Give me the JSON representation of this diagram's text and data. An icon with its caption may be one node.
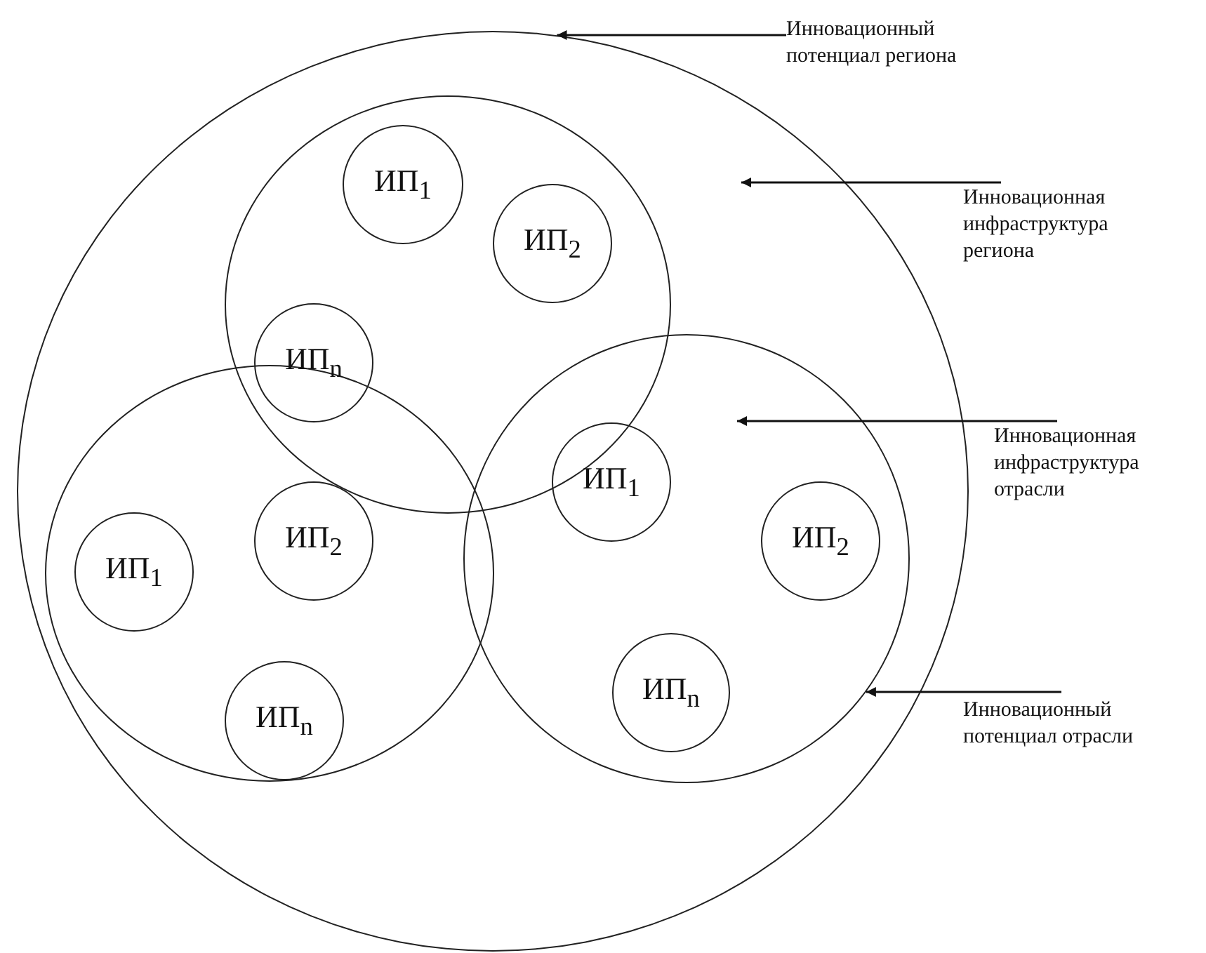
{
  "diagram": {
    "nodes": [
      {
        "text": [],
        "shape": "circle"
      },
      {
        "text": [],
        "shape": "circle",
        "in": 0
      },
      {
        "text": [
          "ИП$_{1}$"
        ],
        "in": 1
      },
      {
        "text": [
          "ИП$_{2}$"
        ],
        "in": 1
      },
      {
        "text": [
          "ИП$_{n}$"
        ],
        "in": 1
      },
      {
        "text": [],
        "shape": "circle",
        "in": 0
      },
      {
        "text": [
          "ИП$_{1}$"
        ],
        "in": 5
      },
      {
        "text": [
          "ИП$_{2}$"
        ],
        "in": 5
      },
      {
        "text": [
          "ИП$_{n}$"
        ],
        "in": 5
      },
      {
        "text": [],
        "shape": "circle",
        "in": 0
      },
      {
        "text": [
          "ИП$_{1}$"
        ],
        "in": 9
      },
      {
        "text": [
          "ИП$_{2}$"
        ],
        "in": 9
      },
      {
        "text": [
          "ИП$_{n}$"
        ],
        "in": 9
      },
      {
        "text": [
          "Инновационный потенциал региона"
        ]
      },
      {
        "text": [
          "Инновационная инфраструктура региона"
        ]
      },
      {
        "text": [
          "Инновационная инфраструктура отрасли"
        ]
      },
      {
        "text": [
          "Инновационный потенциал отрасли"
        ]
      }
    ],
    "edges": [
      {
        "from": 13,
        "to": 0,
        "arrow": "to"
      },
      {
        "from": 14,
        "to": null,
        "arrow": "to"
      },
      {
        "from": 15,
        "to": null,
        "arrow": "to"
      },
      {
        "from": 16,
        "to": 9,
        "arrow": "to"
      }
    ]
  }
}
